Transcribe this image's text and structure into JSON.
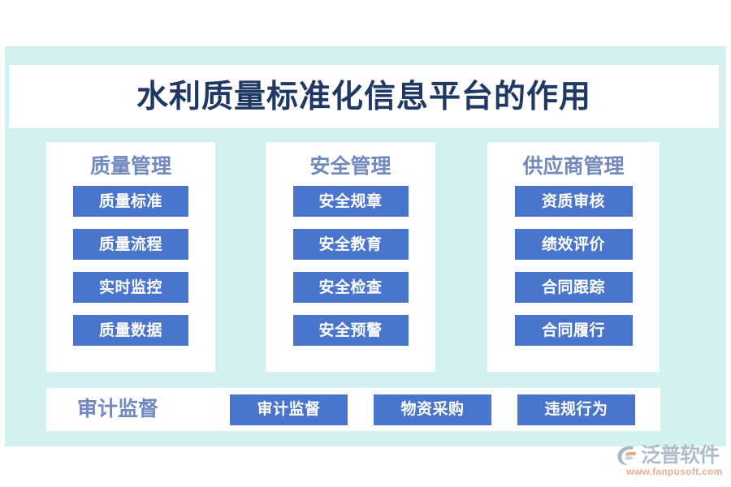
{
  "title": "水利质量标准化信息平台的作用",
  "theme": {
    "canvas_bg": "#d3f1f0",
    "panel_bg": "#ffffff",
    "title_color": "#1f3864",
    "heading_color": "#7189bd",
    "chip_bg": "#4a75cc",
    "chip_text": "#ffffff"
  },
  "columns": [
    {
      "heading": "质量管理",
      "items": [
        "质量标准",
        "质量流程",
        "实时监控",
        "质量数据"
      ]
    },
    {
      "heading": "安全管理",
      "items": [
        "安全规章",
        "安全教育",
        "安全检查",
        "安全预警"
      ]
    },
    {
      "heading": "供应商管理",
      "items": [
        "资质审核",
        "绩效评价",
        "合同跟踪",
        "合同履行"
      ]
    }
  ],
  "bottom": {
    "label": "审计监督",
    "items": [
      "审计监督",
      "物资采购",
      "违规行为"
    ]
  },
  "logo": {
    "mark": "fanpu-swoosh-icon",
    "name": "泛普软件",
    "url": "www.fanpusoft.com"
  }
}
